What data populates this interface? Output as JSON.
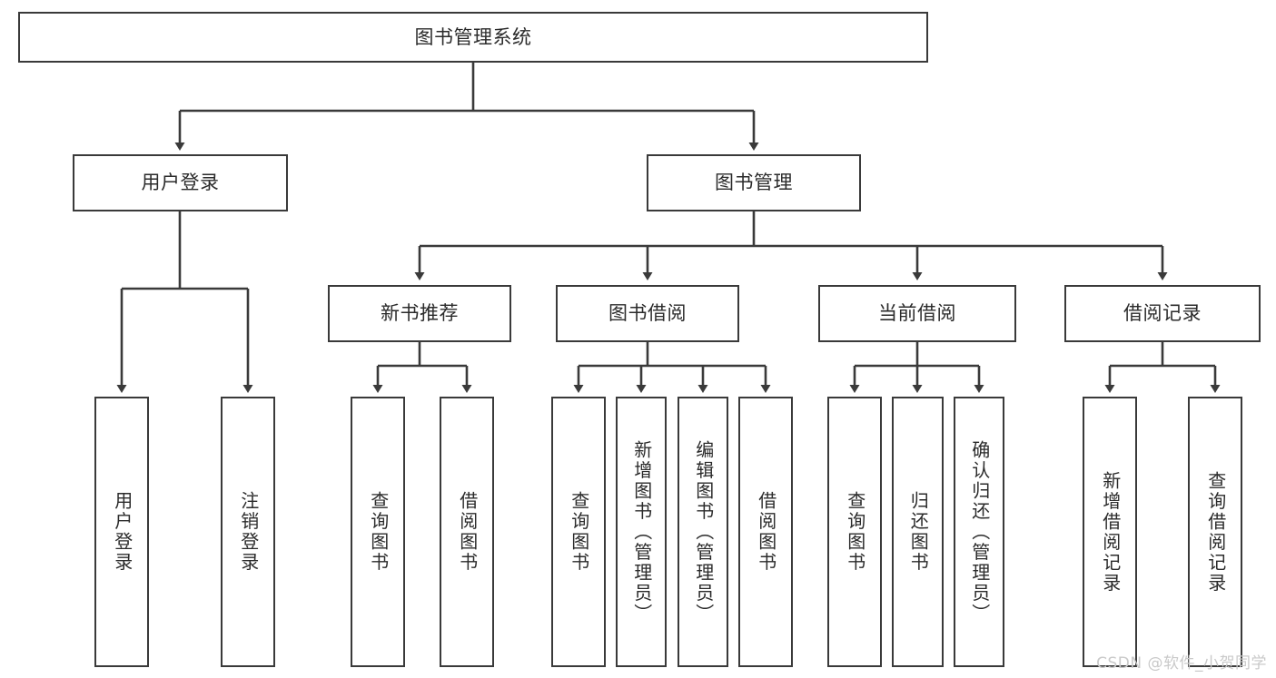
{
  "diagram": {
    "title": "图书管理系统",
    "watermark": "CSDN @软件_小贺同学",
    "line_color": "#3a3a3a",
    "box_border_color": "#3a3a3a",
    "box_fill_color": "#ffffff",
    "text_color": "#2b2b2b",
    "watermark_color": "#c9c9c9",
    "background_color": "#ffffff"
  },
  "nodes": {
    "root": {
      "label": "图书管理系统"
    },
    "level2": [
      {
        "label": "用户登录"
      },
      {
        "label": "图书管理"
      }
    ],
    "level3": [
      {
        "label": "新书推荐"
      },
      {
        "label": "图书借阅"
      },
      {
        "label": "当前借阅"
      },
      {
        "label": "借阅记录"
      }
    ],
    "leaves": {
      "user_login": [
        {
          "label": "用户登录"
        },
        {
          "label": "注销登录"
        }
      ],
      "new_book": [
        {
          "label": "查询图书"
        },
        {
          "label": "借阅图书"
        }
      ],
      "book_borrow": [
        {
          "label": "查询图书"
        },
        {
          "label": "新增图书（管理员）"
        },
        {
          "label": "编辑图书（管理员）"
        },
        {
          "label": "借阅图书"
        }
      ],
      "current_borrow": [
        {
          "label": "查询图书"
        },
        {
          "label": "归还图书"
        },
        {
          "label": "确认归还（管理员）"
        }
      ],
      "borrow_record": [
        {
          "label": "新增借阅记录"
        },
        {
          "label": "查询借阅记录"
        }
      ]
    }
  },
  "chart_data": {
    "type": "tree",
    "title": "图书管理系统",
    "orientation": "top-down",
    "tree": {
      "name": "图书管理系统",
      "children": [
        {
          "name": "用户登录",
          "children": [
            {
              "name": "用户登录"
            },
            {
              "name": "注销登录"
            }
          ]
        },
        {
          "name": "图书管理",
          "children": [
            {
              "name": "新书推荐",
              "children": [
                {
                  "name": "查询图书"
                },
                {
                  "name": "借阅图书"
                }
              ]
            },
            {
              "name": "图书借阅",
              "children": [
                {
                  "name": "查询图书"
                },
                {
                  "name": "新增图书（管理员）"
                },
                {
                  "name": "编辑图书（管理员）"
                },
                {
                  "name": "借阅图书"
                }
              ]
            },
            {
              "name": "当前借阅",
              "children": [
                {
                  "name": "查询图书"
                },
                {
                  "name": "归还图书"
                },
                {
                  "name": "确认归还（管理员）"
                }
              ]
            },
            {
              "name": "借阅记录",
              "children": [
                {
                  "name": "新增借阅记录"
                },
                {
                  "name": "查询借阅记录"
                }
              ]
            }
          ]
        }
      ]
    }
  }
}
